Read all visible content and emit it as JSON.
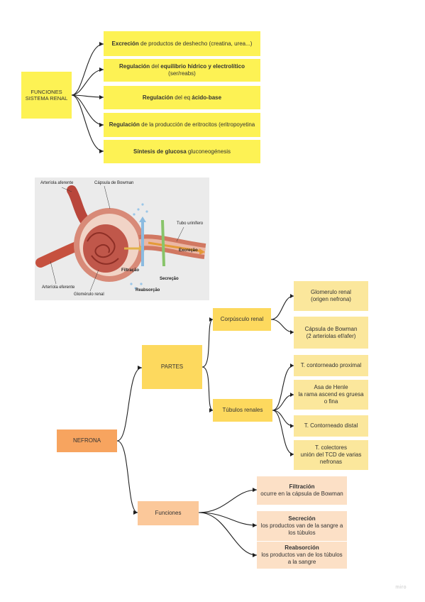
{
  "section1": {
    "root": "FUNCIONES\nSISTEMA RENAL",
    "items": [
      {
        "bold": "Excreción",
        "rest": " de productos de deshecho (creatina, urea...)"
      },
      {
        "bold": "Regulación",
        "rest": " del ",
        "bold2": "equilibrio hídrico y electrolítico",
        "line2": "(ser/reabs)"
      },
      {
        "pre": "Regulación",
        "rest": " del eq ",
        "bold2": "ácido-base"
      },
      {
        "bold": "Regulación",
        "rest": " de la producción de eritrocitos (eritropoyetina"
      },
      {
        "bold": "Síntesis de glucosa",
        "rest": " gluconeogénesis"
      }
    ]
  },
  "image": {
    "labels": {
      "arteriola_aferente": "Arteríola aferente",
      "capsula_bowman": "Cápsula de Bowman",
      "tubo_urinifero": "Tubo urinífero",
      "excrecao": "Excreção",
      "filtracao": "Filtração",
      "secrecao": "Secreção",
      "reabsorcao": "Reabsorção",
      "arteriola_eferente": "Arteríola eferente",
      "glomerulo_renal": "Glomérulo renal"
    }
  },
  "section2": {
    "root": "NEFRONA",
    "partes": "PARTES",
    "corpusculo": "Corpúsculo renal",
    "glomerulo_1": "Glomerulo renal",
    "glomerulo_2": "(origen nefrona)",
    "capsula_1": "Cápsula de Bowman",
    "capsula_2": "(2 arteriolas ef/afer)",
    "tubulos": "Túbulos renales",
    "t_proximal": "T. contorneado proximal",
    "asa_1": "Asa de Henle",
    "asa_2": "la rama ascend es gruesa",
    "asa_3": "o fina",
    "t_distal": "T. Contorneado distal",
    "colectores_1": "T. colectores",
    "colectores_2": "unión del TCD de varias",
    "colectores_3": "nefronas",
    "funciones": "Funciones",
    "filtracion_t": "Filtración",
    "filtracion_d": "ocurre en la cápsula de Bowman",
    "secrecion_t": "Secreción",
    "secrecion_d1": "los productos van de la sangre a",
    "secrecion_d2": "los túbulos",
    "reabsorcion_t": "Reabsorción",
    "reabsorcion_d1": "los productos van de los túbulos",
    "reabsorcion_d2": "a la sangre"
  },
  "footer": {
    "brand": "miro"
  },
  "colors": {
    "yellow_bright": "#fdf254",
    "orange_root": "#f7a45f",
    "orange_light": "#fbc89a",
    "peach": "#fce0c6",
    "yellow_soft": "#fbe79c"
  }
}
